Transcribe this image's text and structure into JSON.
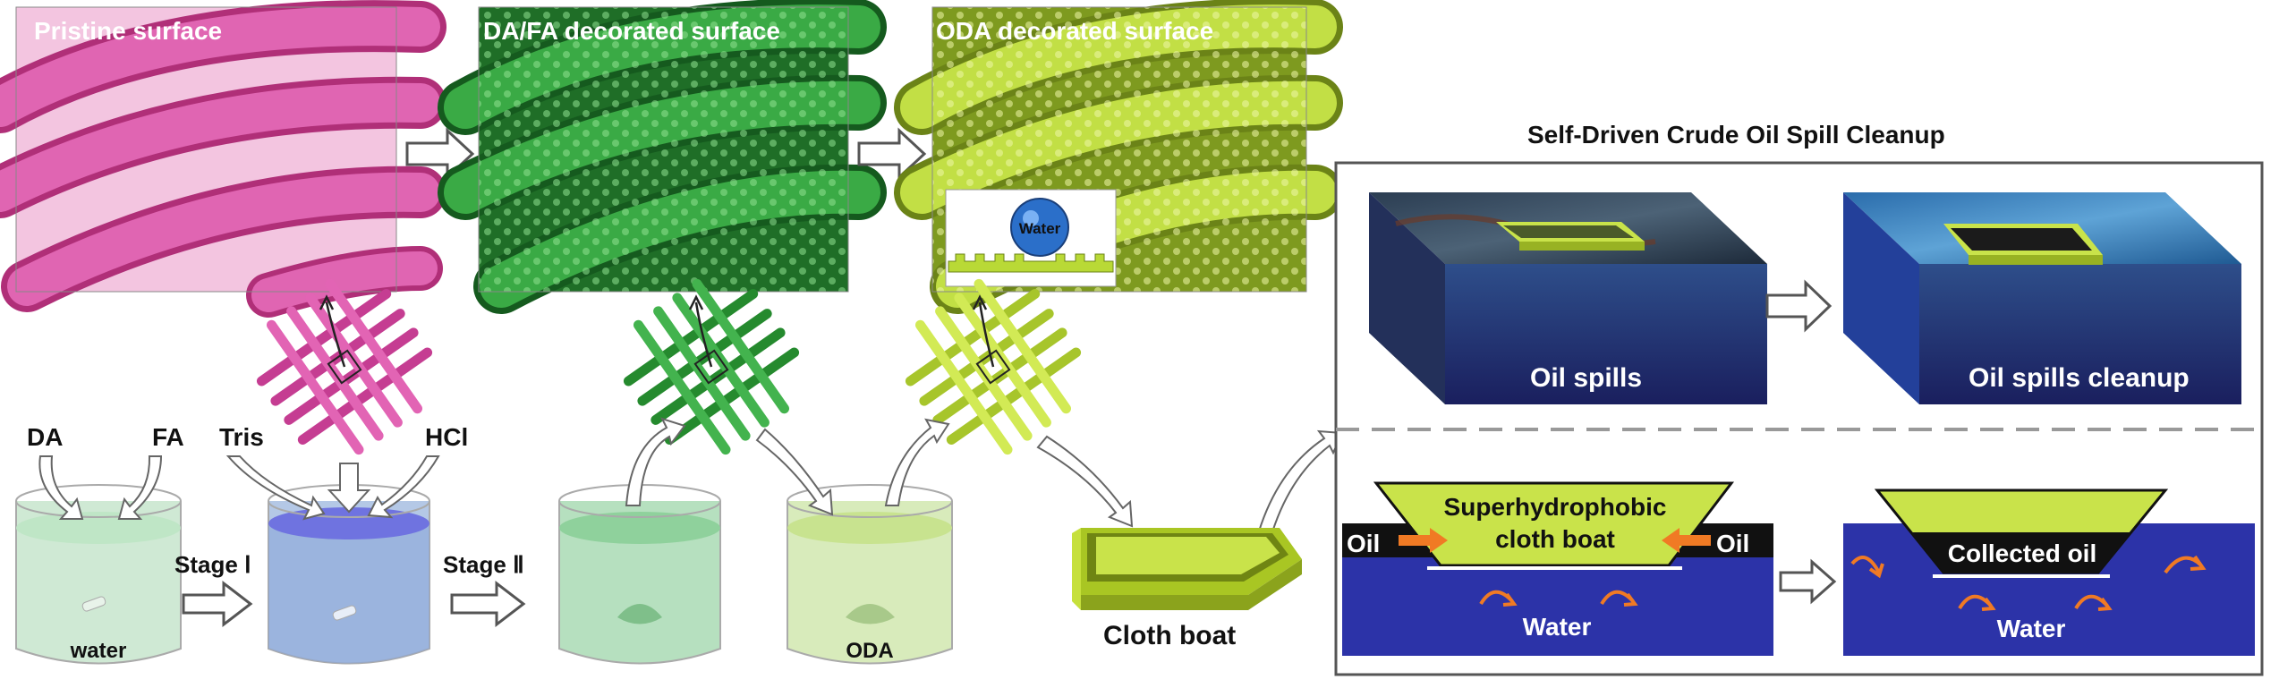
{
  "panels": {
    "pristine": "Pristine surface",
    "dafa": "DA/FA decorated surface",
    "oda": "ODA decorated surface"
  },
  "inset": {
    "sphere_label": "Water"
  },
  "reagents": {
    "da": "DA",
    "fa": "FA",
    "tris": "Tris",
    "hcl": "HCl",
    "oda": "ODA",
    "water": "water"
  },
  "stages": {
    "stage1": "Stage Ⅰ",
    "stage2": "Stage Ⅱ"
  },
  "cloth_boat": "Cloth boat",
  "cleanup": {
    "title": "Self-Driven Crude Oil Spill Cleanup",
    "oil_spills": "Oil spills",
    "oil_spills_cleanup": "Oil spills cleanup",
    "boat_label_line1": "Superhydrophobic",
    "boat_label_line2": "cloth boat",
    "oil_left": "Oil",
    "oil_right": "Oil",
    "water_left": "Water",
    "collected_oil": "Collected oil",
    "water_right": "Water"
  },
  "colors": {
    "pristine": "#d9479e",
    "dafa": "#2f9a3a",
    "oda": "#b9d936",
    "oil": "#111111",
    "water": "#2c33a8",
    "arrow_orange": "#f07a24"
  }
}
